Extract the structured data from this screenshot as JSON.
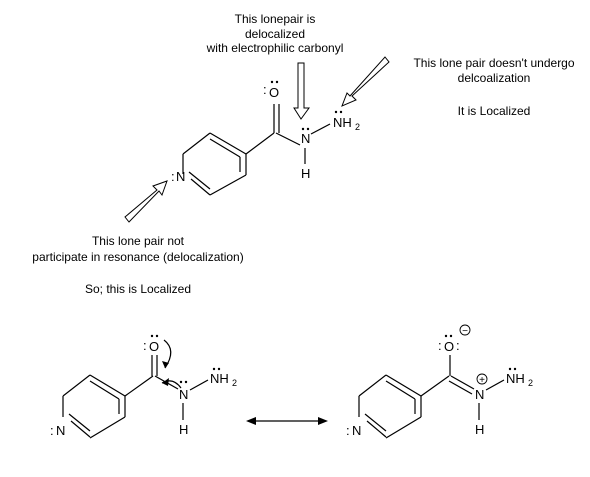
{
  "annotations": {
    "delocalized_note": [
      "This lonepair is",
      "delocalized",
      "with electrophilic carbonyl"
    ],
    "localized_nh2_note": [
      "This lone pair doesn't undergo",
      "delcoalization"
    ],
    "localized_nh2_note_2": "It is Localized",
    "pyridine_note": [
      "This lone pair not",
      "participate in resonance (delocalization)"
    ],
    "pyridine_note_2": "So; this is Localized"
  },
  "atoms": {
    "oxygen": "O",
    "nitrogen": "N",
    "hydrogen": "H",
    "amine": "NH",
    "amine_subscript": "2",
    "ring_nitrogen": "N",
    "lone_pair_dots": ":",
    "plus_sign": "+",
    "minus_sign": "−"
  }
}
